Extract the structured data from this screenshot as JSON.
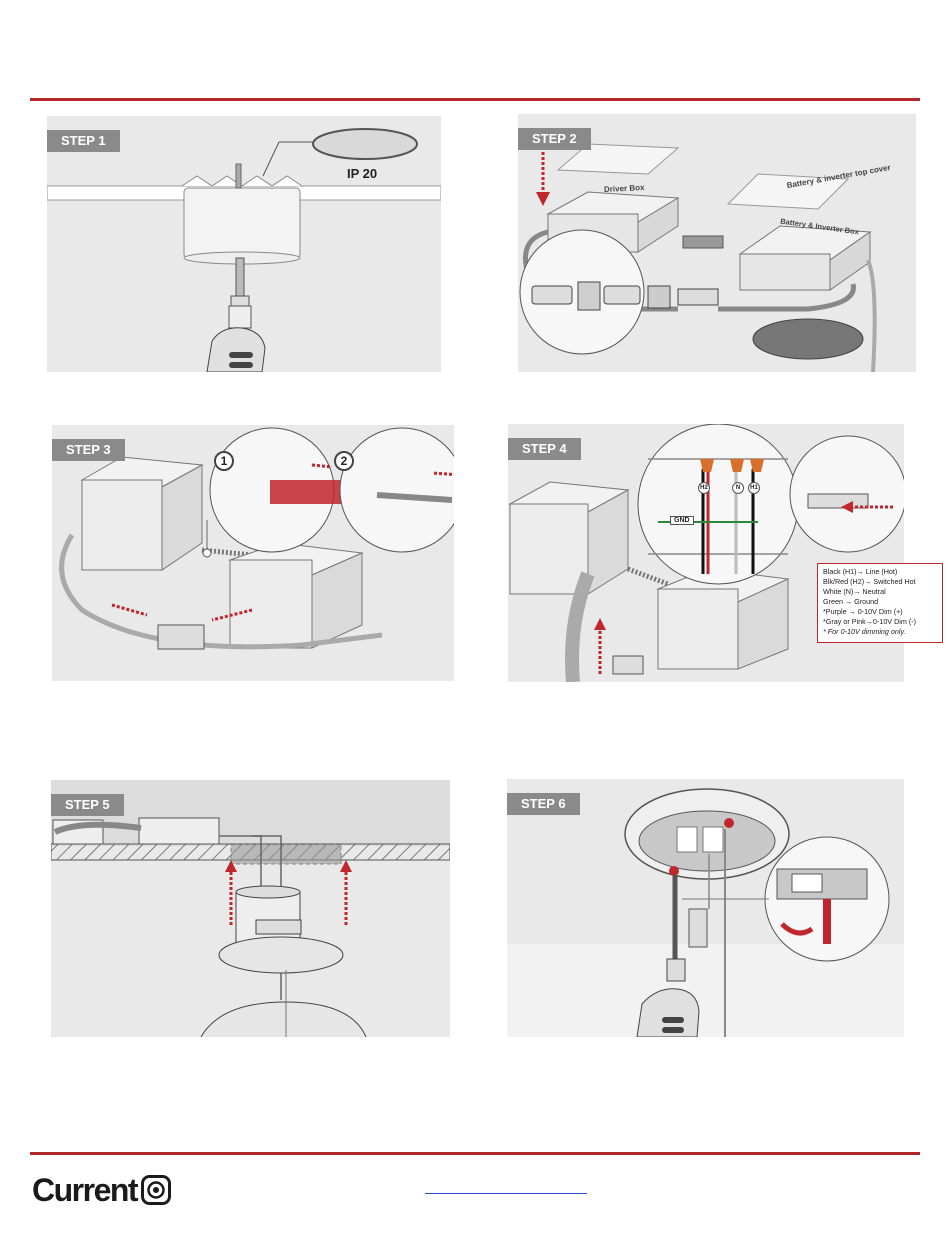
{
  "steps": [
    {
      "label": "STEP 1",
      "callout": "IP 20"
    },
    {
      "label": "STEP 2",
      "driver_box": "Driver Box",
      "battery_cover": "Battery & inverter top cover",
      "battery_box": "Battery & Inverter Box"
    },
    {
      "label": "STEP 3",
      "marker_1": "1",
      "marker_2": "2"
    },
    {
      "label": "STEP 4",
      "tag_gnd": "GND",
      "tag_h2": "H2",
      "tag_n": "N",
      "tag_h1": "H1"
    },
    {
      "label": "STEP 5"
    },
    {
      "label": "STEP 6"
    }
  ],
  "legend": {
    "rows": [
      "Black (H1)→ Line (Hot)",
      "Blk/Red (H2)→ Switched Hot",
      "White (N)→ Neutral",
      "Green     → Ground",
      "*Purple     → 0-10V Dim (+)",
      "*Gray or Pink→0-10V Dim (-)"
    ],
    "note": "* For 0-10V dimming only."
  },
  "footer": {
    "brand": "Current",
    "link_text": ""
  },
  "colors": {
    "accent_rule": "#b3262c",
    "arrow_red": "#c0272d",
    "panel_bg": "#e9e9e9"
  }
}
